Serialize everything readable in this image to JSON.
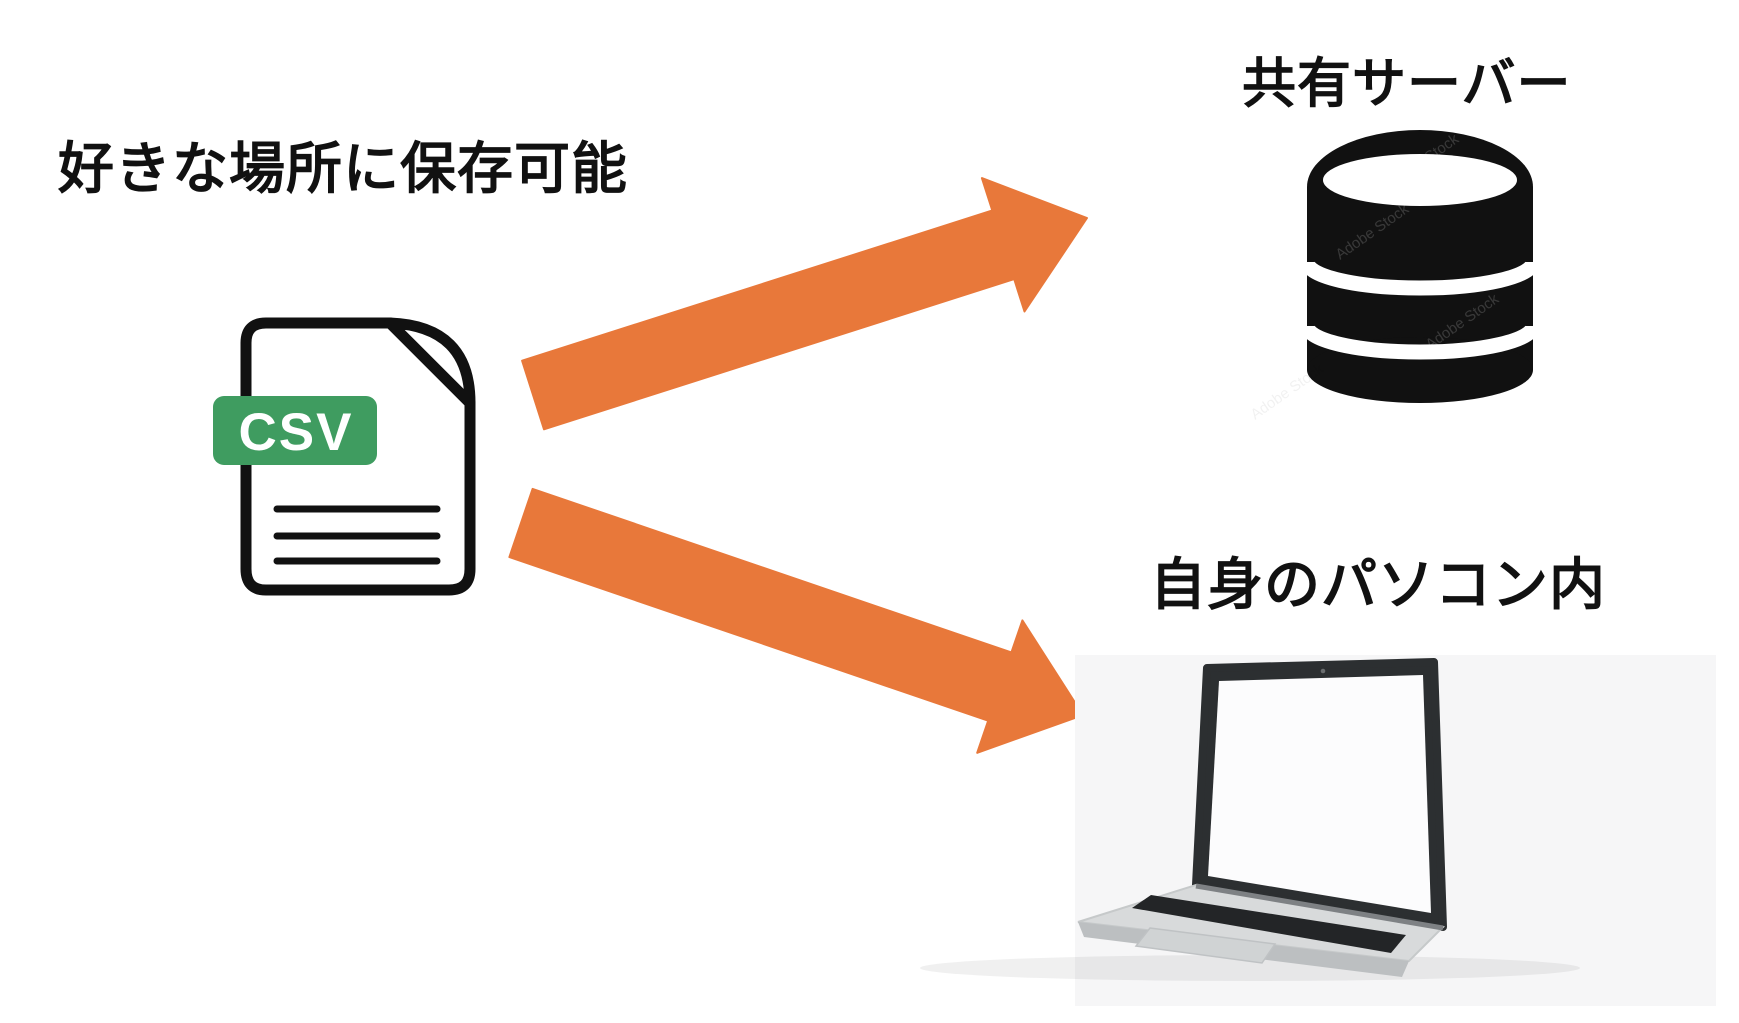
{
  "diagram": {
    "source": {
      "id": "csv-file",
      "icon": "csv-file-icon",
      "badge_label": "CSV",
      "caption": "好きな場所に保存可能"
    },
    "destinations": [
      {
        "id": "shared-server",
        "label": "共有サーバー",
        "icon": "database-icon"
      },
      {
        "id": "own-pc",
        "label": "自身のパソコン内",
        "icon": "laptop-icon"
      }
    ]
  },
  "watermark": {
    "text": "Adobe Stock"
  },
  "colors": {
    "arrow_orange": "#E8783A",
    "csv_green": "#3F9C60",
    "ink": "#111111",
    "page_bg": "#FFFFFF"
  }
}
